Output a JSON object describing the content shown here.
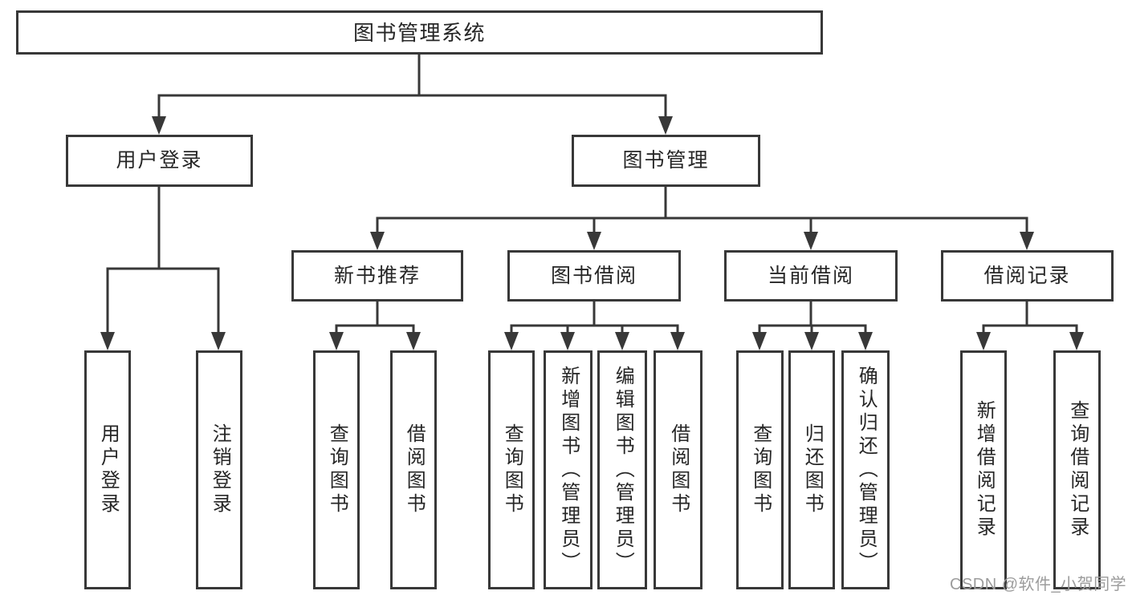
{
  "colors": {
    "line": "#383838",
    "box_border": "#383838",
    "box_fill": "#ffffff",
    "text": "#262626",
    "watermark": "#9c9c9c",
    "background": "#ffffff"
  },
  "tree": {
    "root": {
      "label": "图书管理系统"
    },
    "branches": [
      {
        "label": "用户登录",
        "children": [
          {
            "label": "用户登录"
          },
          {
            "label": "注销登录"
          }
        ]
      },
      {
        "label": "图书管理",
        "children": [
          {
            "label": "新书推荐",
            "children": [
              {
                "label": "查询图书"
              },
              {
                "label": "借阅图书"
              }
            ]
          },
          {
            "label": "图书借阅",
            "children": [
              {
                "label": "查询图书"
              },
              {
                "label": "新增图书（管理员）"
              },
              {
                "label": "编辑图书（管理员）"
              },
              {
                "label": "借阅图书"
              }
            ]
          },
          {
            "label": "当前借阅",
            "children": [
              {
                "label": "查询图书"
              },
              {
                "label": "归还图书"
              },
              {
                "label": "确认归还（管理员）"
              }
            ]
          },
          {
            "label": "借阅记录",
            "children": [
              {
                "label": "新增借阅记录"
              },
              {
                "label": "查询借阅记录"
              }
            ]
          }
        ]
      }
    ]
  },
  "watermark": {
    "text": "CSDN @软件_小贺同学"
  }
}
